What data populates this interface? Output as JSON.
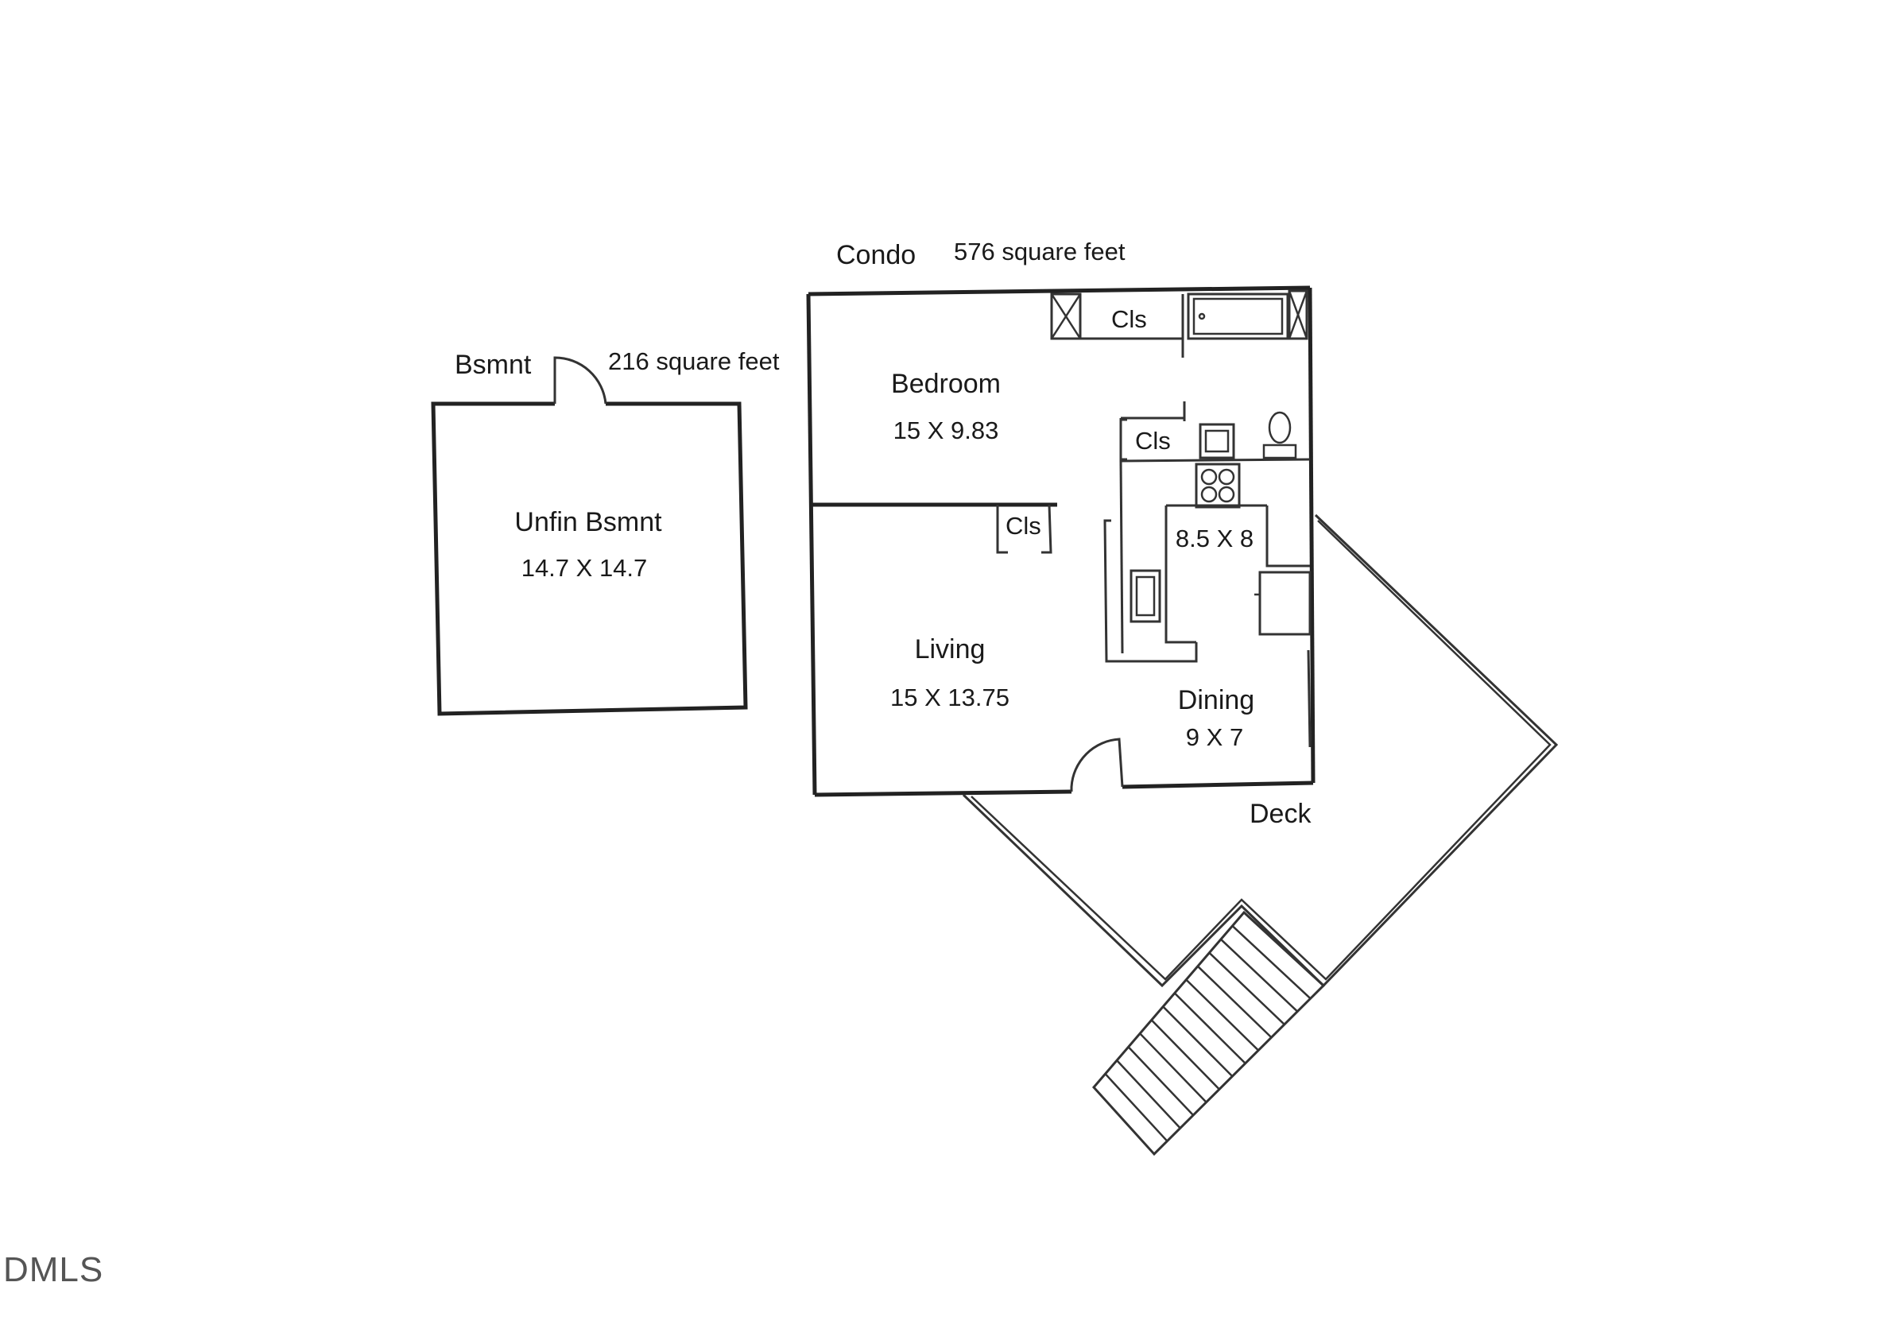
{
  "basement": {
    "title": "Bsmnt",
    "area": "216 square feet",
    "room_name": "Unfin Bsmnt",
    "room_dims": "14.7 X 14.7"
  },
  "condo": {
    "title": "Condo",
    "area": "576 square feet",
    "rooms": {
      "bedroom": {
        "name": "Bedroom",
        "dims": "15 X 9.83"
      },
      "living": {
        "name": "Living",
        "dims": "15 X 13.75"
      },
      "kitchen": {
        "dims": "8.5 X 8"
      },
      "dining": {
        "name": "Dining",
        "dims": "9 X 7"
      }
    },
    "closets": [
      "Cls",
      "Cls",
      "Cls"
    ],
    "deck": "Deck"
  },
  "watermark": "DMLS"
}
